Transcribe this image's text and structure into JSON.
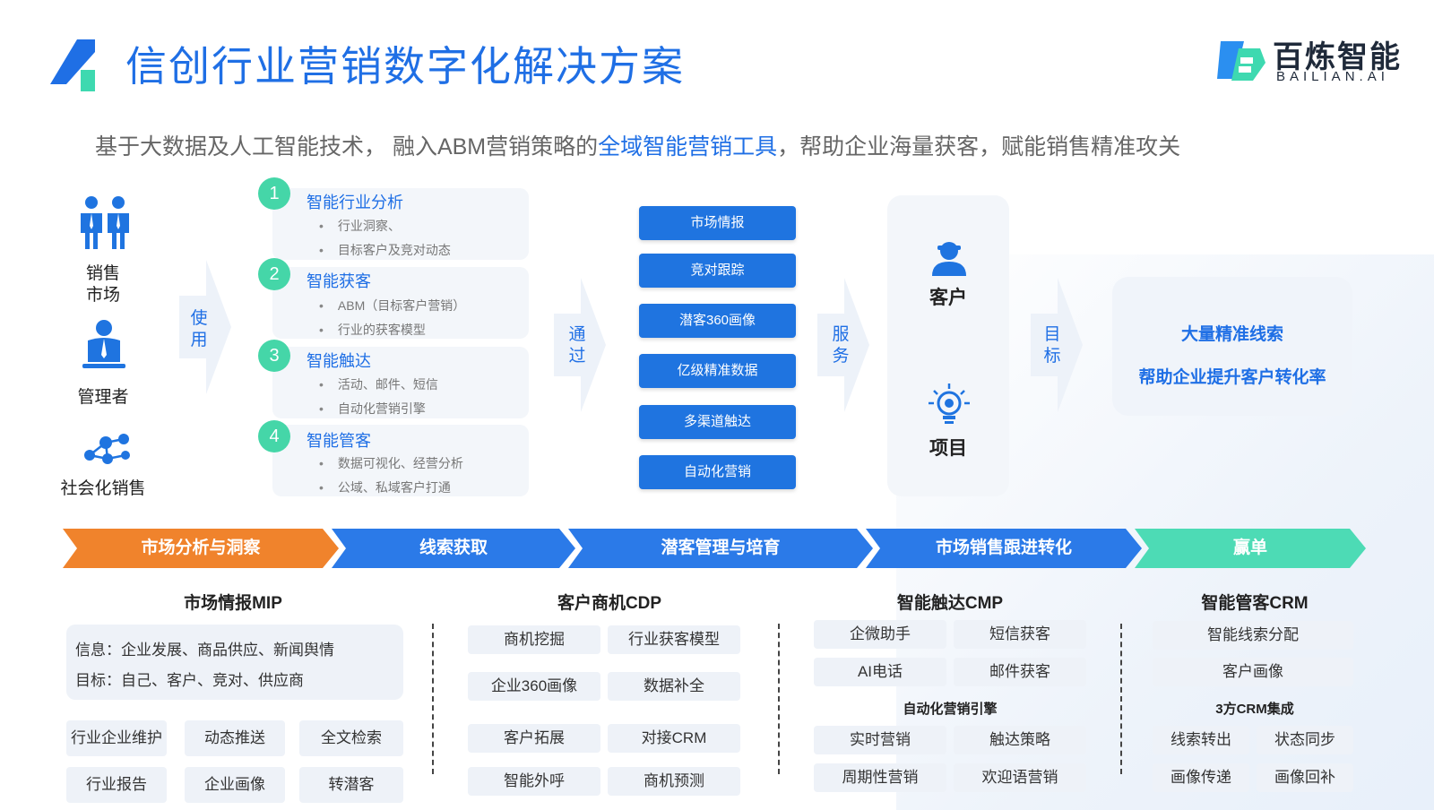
{
  "header": {
    "title": "信创行业营销数字化解决方案",
    "brand_name": "百炼智能",
    "brand_sub": "BAILIAN.AI"
  },
  "subtitle": {
    "pre": "基于大数据及人工智能技术， 融入ABM营销策略的",
    "highlight": "全域智能营销工具",
    "post": "，帮助企业海量获客，赋能销售精准攻关"
  },
  "roles": [
    {
      "label": "销售\n市场",
      "icon": "salespeople-icon"
    },
    {
      "label": "管理者",
      "icon": "manager-icon"
    },
    {
      "label": "社会化销售",
      "icon": "network-icon"
    }
  ],
  "flow_labels": {
    "use": "使用",
    "via": "通过",
    "serve": "服务",
    "goal": "目标"
  },
  "capabilities": [
    {
      "num": "1",
      "title": "智能行业分析",
      "items": [
        "行业洞察、",
        "目标客户及竞对动态"
      ]
    },
    {
      "num": "2",
      "title": "智能获客",
      "items": [
        "ABM（目标客户营销）",
        "行业的获客模型"
      ]
    },
    {
      "num": "3",
      "title": "智能触达",
      "items": [
        "活动、邮件、短信",
        "自动化营销引擎"
      ]
    },
    {
      "num": "4",
      "title": "智能管客",
      "items": [
        "数据可视化、经营分析",
        "公域、私域客户打通"
      ]
    }
  ],
  "services": [
    "市场情报",
    "竞对跟踪",
    "潜客360画像",
    "亿级精准数据",
    "多渠道触达",
    "自动化营销"
  ],
  "targets": {
    "customer": "客户",
    "project": "项目"
  },
  "goals": [
    "大量精准线索",
    "帮助企业提升客户转化率"
  ],
  "stages": [
    {
      "label": "市场分析与洞察",
      "color": "#f0832c"
    },
    {
      "label": "线索获取",
      "color": "#2b7ae8"
    },
    {
      "label": "潜客管理与培育",
      "color": "#2b7ae8"
    },
    {
      "label": "市场销售跟进转化",
      "color": "#2b7ae8"
    },
    {
      "label": "赢单",
      "color": "#4ddbb5"
    }
  ],
  "modules": {
    "mip": {
      "title": "市场情报MIP",
      "info": [
        "信息：企业发展、商品供应、新闻舆情",
        "目标：自己、客户、竞对、供应商"
      ],
      "chips": [
        "行业企业维护",
        "动态推送",
        "全文检索",
        "行业报告",
        "企业画像",
        "转潜客"
      ]
    },
    "cdp": {
      "title": "客户商机CDP",
      "chips": [
        "商机挖掘",
        "行业获客模型",
        "企业360画像",
        "数据补全",
        "客户拓展",
        "对接CRM",
        "智能外呼",
        "商机预测"
      ]
    },
    "cmp": {
      "title": "智能触达CMP",
      "chips_top": [
        "企微助手",
        "短信获客",
        "AI电话",
        "邮件获客"
      ],
      "sub_title": "自动化营销引擎",
      "chips_bottom": [
        "实时营销",
        "触达策略",
        "周期性营销",
        "欢迎语营销"
      ]
    },
    "crm": {
      "title": "智能管客CRM",
      "chips_top": [
        "智能线索分配",
        "客户画像"
      ],
      "sub_title": "3方CRM集成",
      "chips_bottom": [
        "线索转出",
        "状态同步",
        "画像传递",
        "画像回补"
      ]
    }
  },
  "colors": {
    "primary": "#1f6fe5",
    "button": "#1f74e0",
    "green": "#45d6a8",
    "orange": "#f0832c"
  }
}
